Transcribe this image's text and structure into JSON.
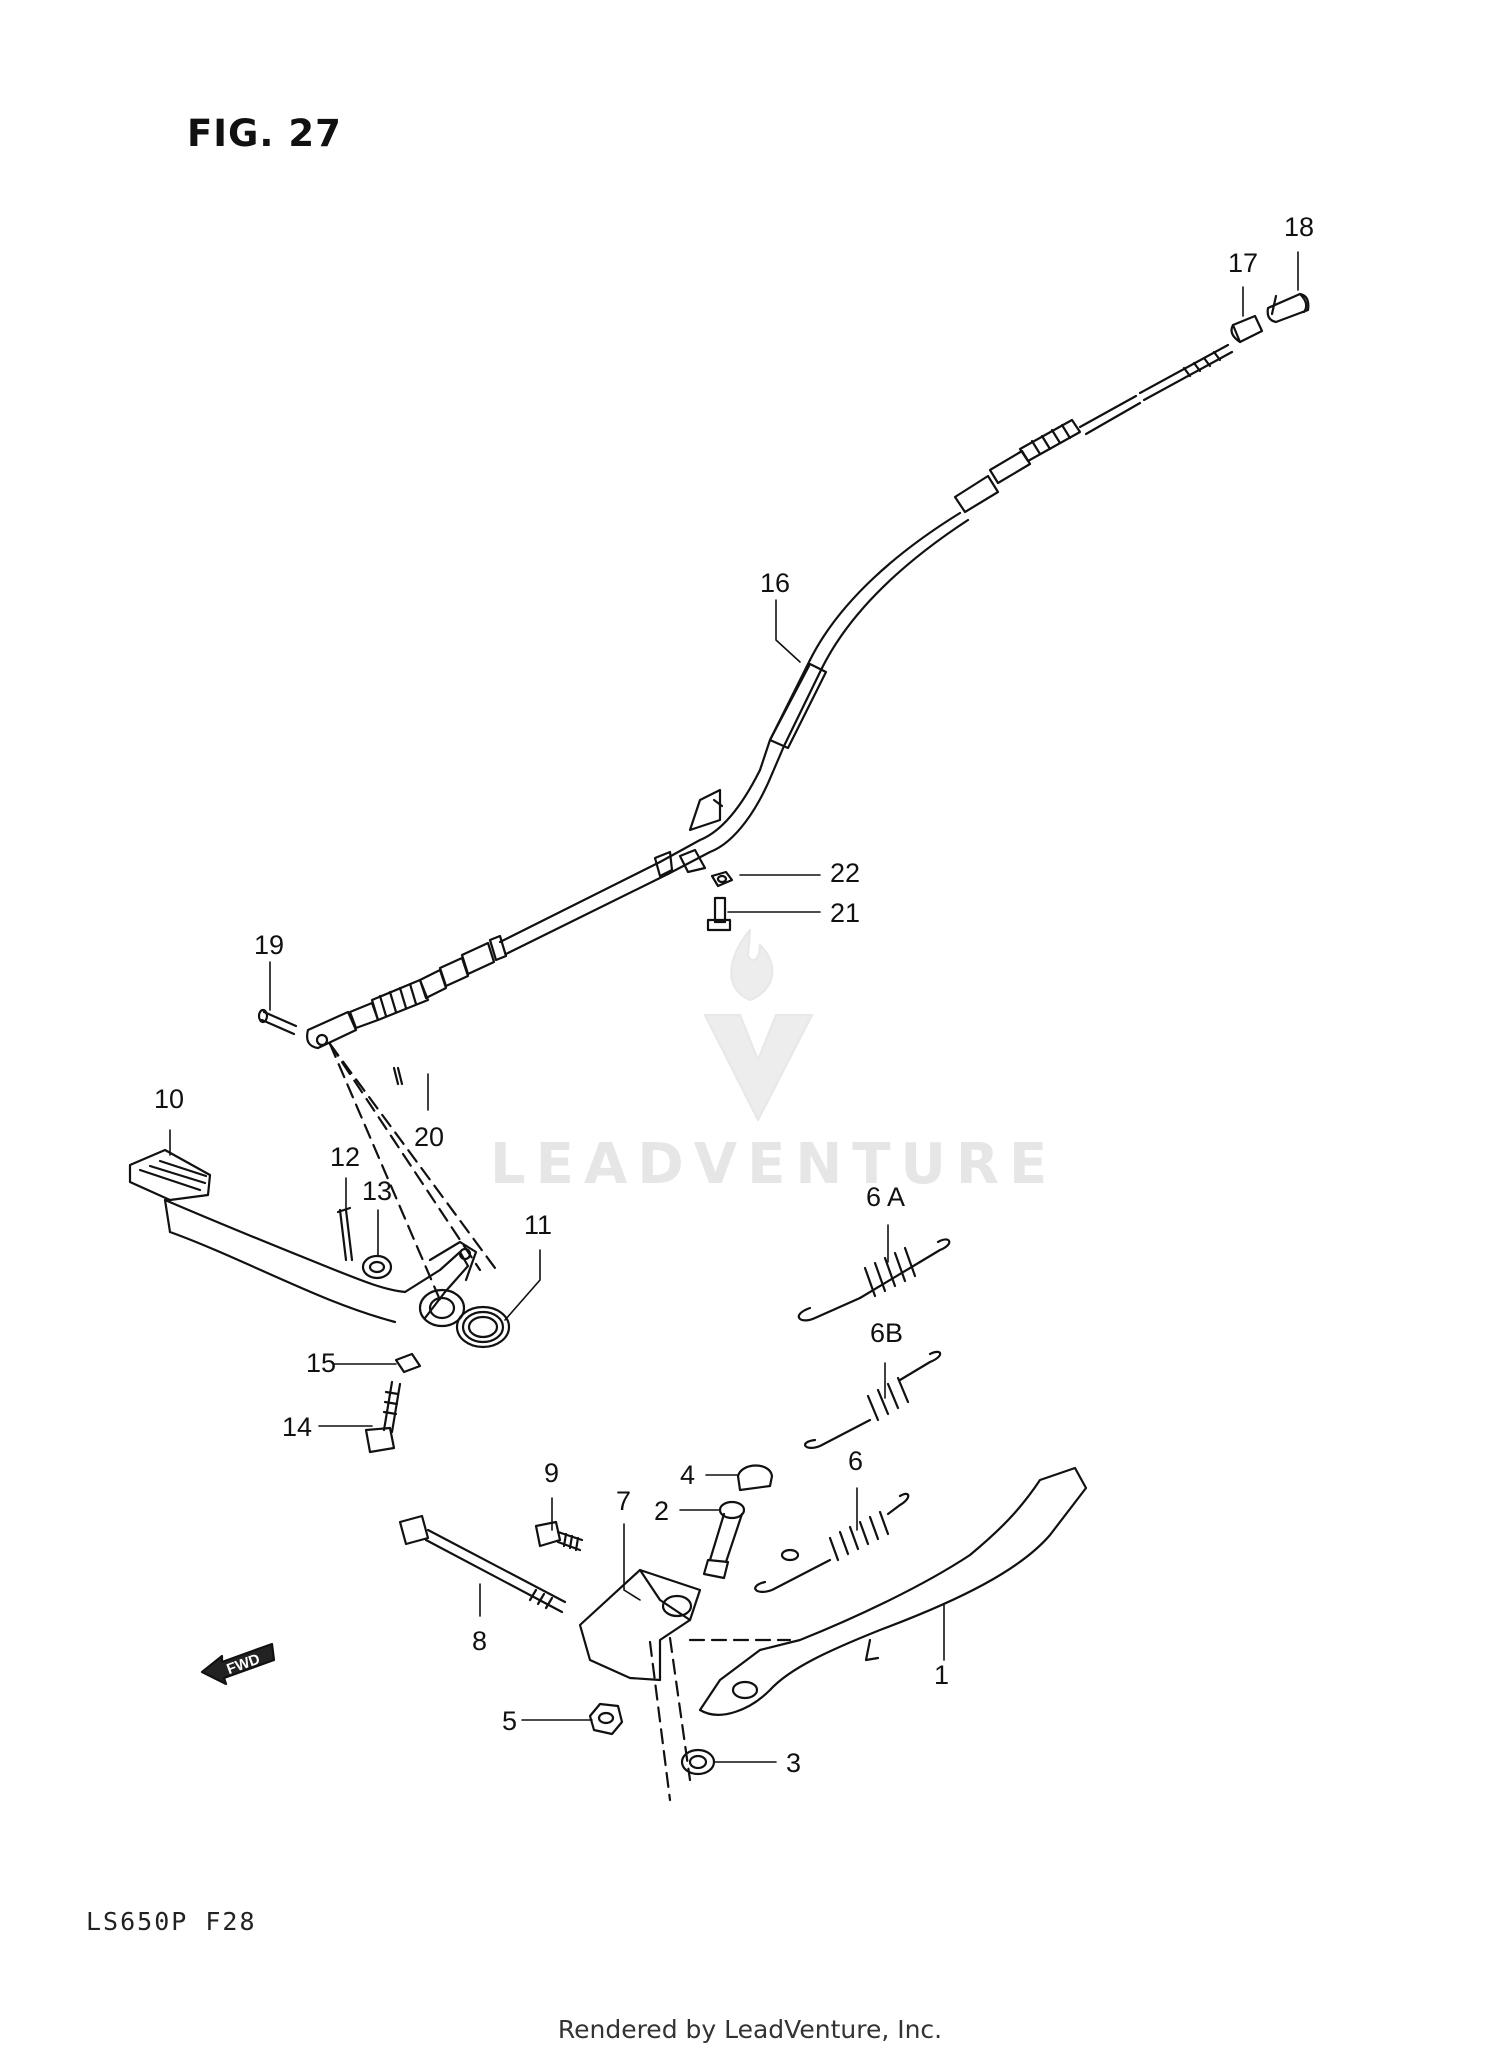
{
  "figure": {
    "title": "FIG. 27",
    "diagram_code": "LS650P F28",
    "footer_credit": "Rendered by LeadVenture, Inc.",
    "watermark": "LEADVENTURE",
    "fwd_badge": "FWD"
  },
  "callouts": [
    {
      "id": "c18",
      "label": "18"
    },
    {
      "id": "c17",
      "label": "17"
    },
    {
      "id": "c16",
      "label": "16"
    },
    {
      "id": "c22",
      "label": "22"
    },
    {
      "id": "c21",
      "label": "21"
    },
    {
      "id": "c19",
      "label": "19"
    },
    {
      "id": "c20",
      "label": "20"
    },
    {
      "id": "c10",
      "label": "10"
    },
    {
      "id": "c12",
      "label": "12"
    },
    {
      "id": "c13",
      "label": "13"
    },
    {
      "id": "c11",
      "label": "11"
    },
    {
      "id": "c6a",
      "label": "6 A"
    },
    {
      "id": "c6b",
      "label": "6B"
    },
    {
      "id": "c15",
      "label": "15"
    },
    {
      "id": "c14",
      "label": "14"
    },
    {
      "id": "c9",
      "label": "9"
    },
    {
      "id": "c4",
      "label": "4"
    },
    {
      "id": "c7",
      "label": "7"
    },
    {
      "id": "c6",
      "label": "6"
    },
    {
      "id": "c2",
      "label": "2"
    },
    {
      "id": "c8",
      "label": "8"
    },
    {
      "id": "c1",
      "label": "1"
    },
    {
      "id": "c5",
      "label": "5"
    },
    {
      "id": "c3",
      "label": "3"
    }
  ]
}
